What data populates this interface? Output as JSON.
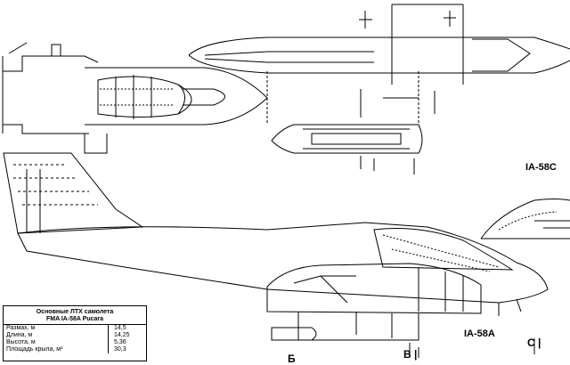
{
  "labels": {
    "variant_c": "IA-58C",
    "variant_a": "IA-58A",
    "section_c": "C |",
    "section_b": "B |",
    "section_b_cyr": "Б"
  },
  "spec_table": {
    "title": "Основные ЛТХ самолета",
    "subtitle": "FMA IA-58A Pucara",
    "rows": [
      {
        "name": "Размах, м",
        "value": "14,5"
      },
      {
        "name": "Длина, м",
        "value": "14,25"
      },
      {
        "name": "Высота, м",
        "value": "5,36"
      },
      {
        "name": "Площадь крыла, м²",
        "value": "30,3"
      }
    ]
  }
}
